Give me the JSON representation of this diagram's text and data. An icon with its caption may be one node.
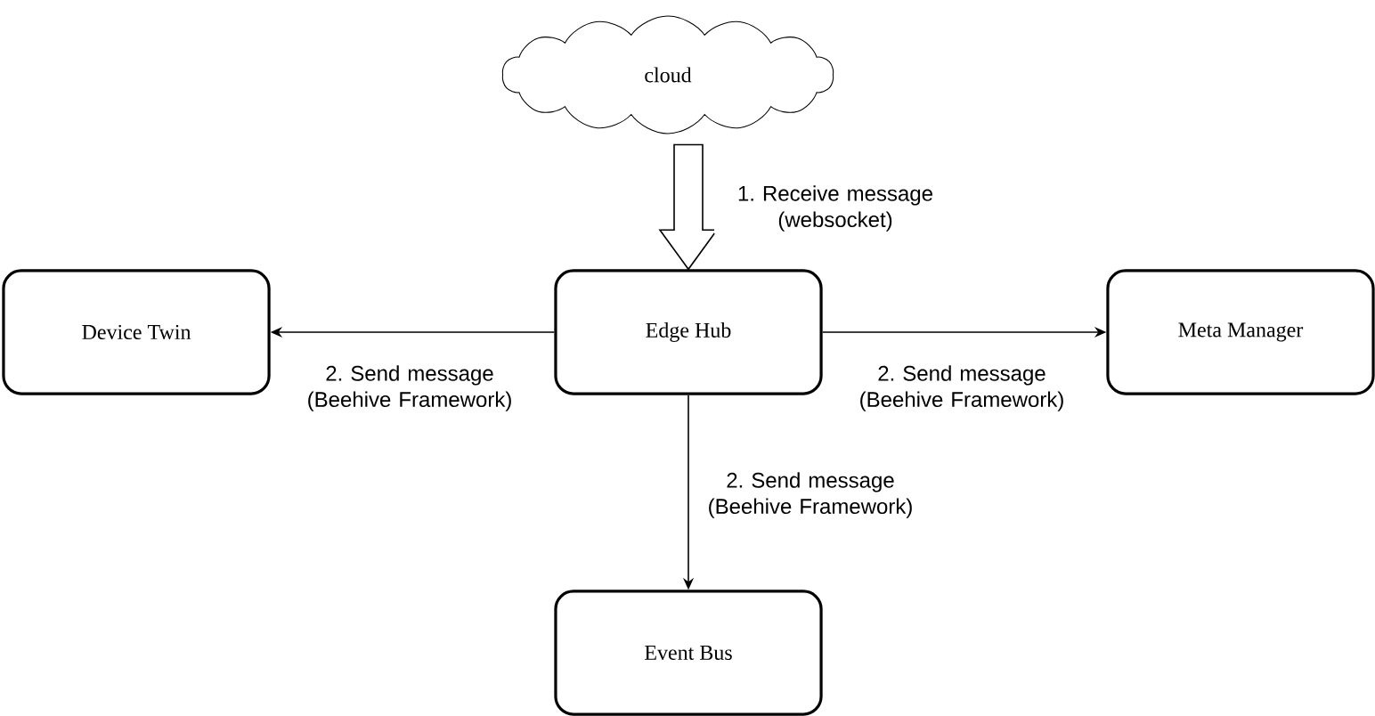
{
  "diagram": {
    "nodes": [
      {
        "text": [
          "cloud"
        ]
      },
      {
        "text": [
          "Edge Hub"
        ]
      },
      {
        "text": [
          "Device Twin"
        ]
      },
      {
        "text": [
          "Meta Manager"
        ]
      },
      {
        "text": [
          "Event Bus"
        ]
      }
    ],
    "edges": [
      {
        "from": 0,
        "to": 1,
        "arrow": "to",
        "style": "thick",
        "label": "1. Receive message (websocket)"
      },
      {
        "from": 1,
        "to": 2,
        "arrow": "to",
        "label": "2. Send message (Beehive Framework)"
      },
      {
        "from": 1,
        "to": 3,
        "arrow": "to",
        "label": "2. Send message (Beehive Framework)"
      },
      {
        "from": 1,
        "to": 4,
        "arrow": "to",
        "label": "2. Send message (Beehive Framework)"
      }
    ]
  }
}
